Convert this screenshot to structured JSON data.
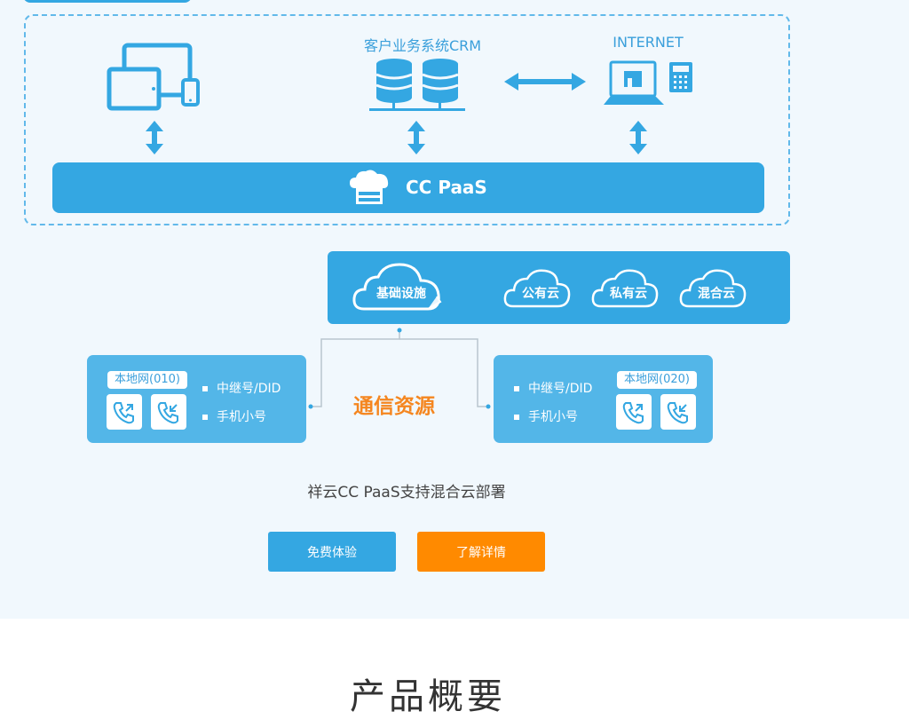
{
  "diagram": {
    "crm_label": "客户业务系统CRM",
    "internet_label": "INTERNET",
    "paas_label": "CC PaaS",
    "infra": {
      "main_cloud": "基础设施",
      "clouds": [
        "公有云",
        "私有云",
        "混合云"
      ]
    },
    "center_title": "通信资源",
    "left_panel": {
      "badge": "本地网(010)",
      "bullets": [
        "中继号/DID",
        "手机小号"
      ]
    },
    "right_panel": {
      "badge": "本地网(020)",
      "bullets": [
        "中继号/DID",
        "手机小号"
      ]
    }
  },
  "caption": "祥云CC PaaS支持混合云部署",
  "buttons": {
    "free_trial": "免费体验",
    "learn_more": "了解详情"
  },
  "next_section_heading": "产品概要",
  "colors": {
    "primary": "#34a7e2",
    "accent": "#ff8a00",
    "background": "#f1f8fd"
  }
}
